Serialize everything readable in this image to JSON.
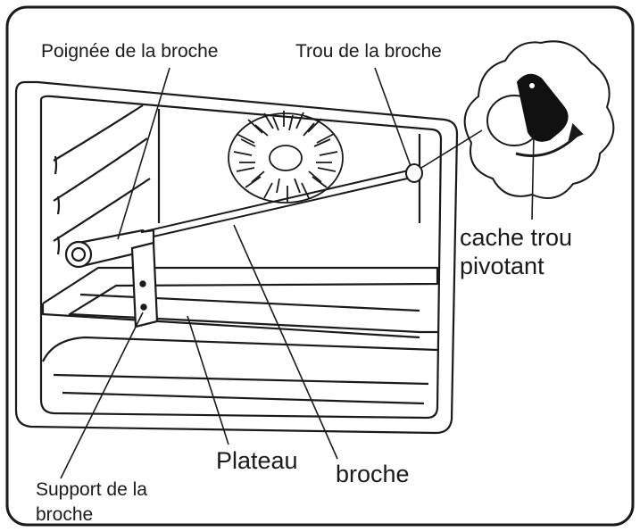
{
  "labels": {
    "spit_handle": "Poignée de la broche",
    "spit_hole": "Trou de la broche",
    "pivot_cover_line1": "cache trou",
    "pivot_cover_line2": "pivotant",
    "tray": "Plateau",
    "spit": "broche",
    "spit_support_line1": "Support de la",
    "spit_support_line2": "broche"
  },
  "colors": {
    "ink": "#1a1a1a",
    "background": "#ffffff",
    "cover_fill": "#111111"
  }
}
